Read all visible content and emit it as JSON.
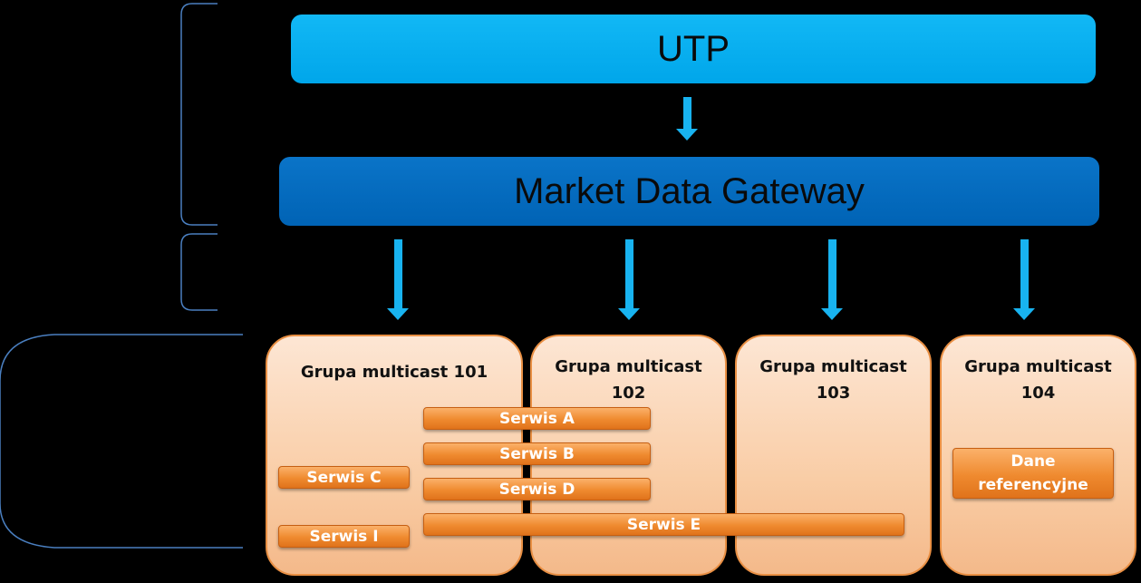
{
  "top_box": {
    "label": "UTP",
    "color": "#00a6ea"
  },
  "gateway_box": {
    "label": "Market Data Gateway",
    "color": "#0063b5"
  },
  "groups": [
    {
      "title": "Grupa multicast 101"
    },
    {
      "title": "Grupa multicast\n102"
    },
    {
      "title": "Grupa multicast\n103"
    },
    {
      "title": "Grupa multicast\n104"
    }
  ],
  "services": {
    "a": "Serwis A",
    "b": "Serwis B",
    "c": "Serwis C",
    "d": "Serwis D",
    "e": "Serwis E",
    "i": "Serwis I",
    "ref": "Dane\nreferencyjne"
  },
  "colors": {
    "background": "#000000",
    "arrow": "#18b3f0",
    "bracket": "#4a7fc0",
    "group_fill": "#f9cda6",
    "service_fill": "#ef8a2f"
  }
}
